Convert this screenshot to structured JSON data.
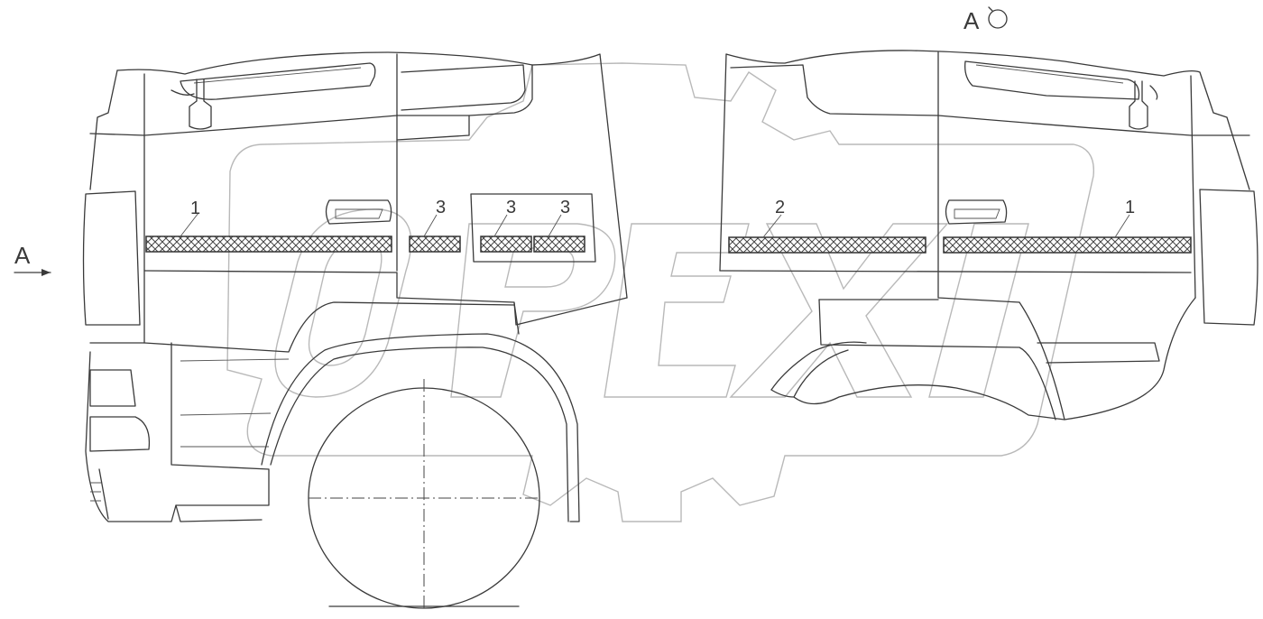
{
  "view_marker": "A",
  "section_label": "A",
  "callouts": [
    "1",
    "3",
    "3",
    "3",
    "2",
    "1"
  ],
  "colors": {
    "line": "#3a3a3a",
    "watermark": "#b9b9b9",
    "stripe": "#444444"
  }
}
